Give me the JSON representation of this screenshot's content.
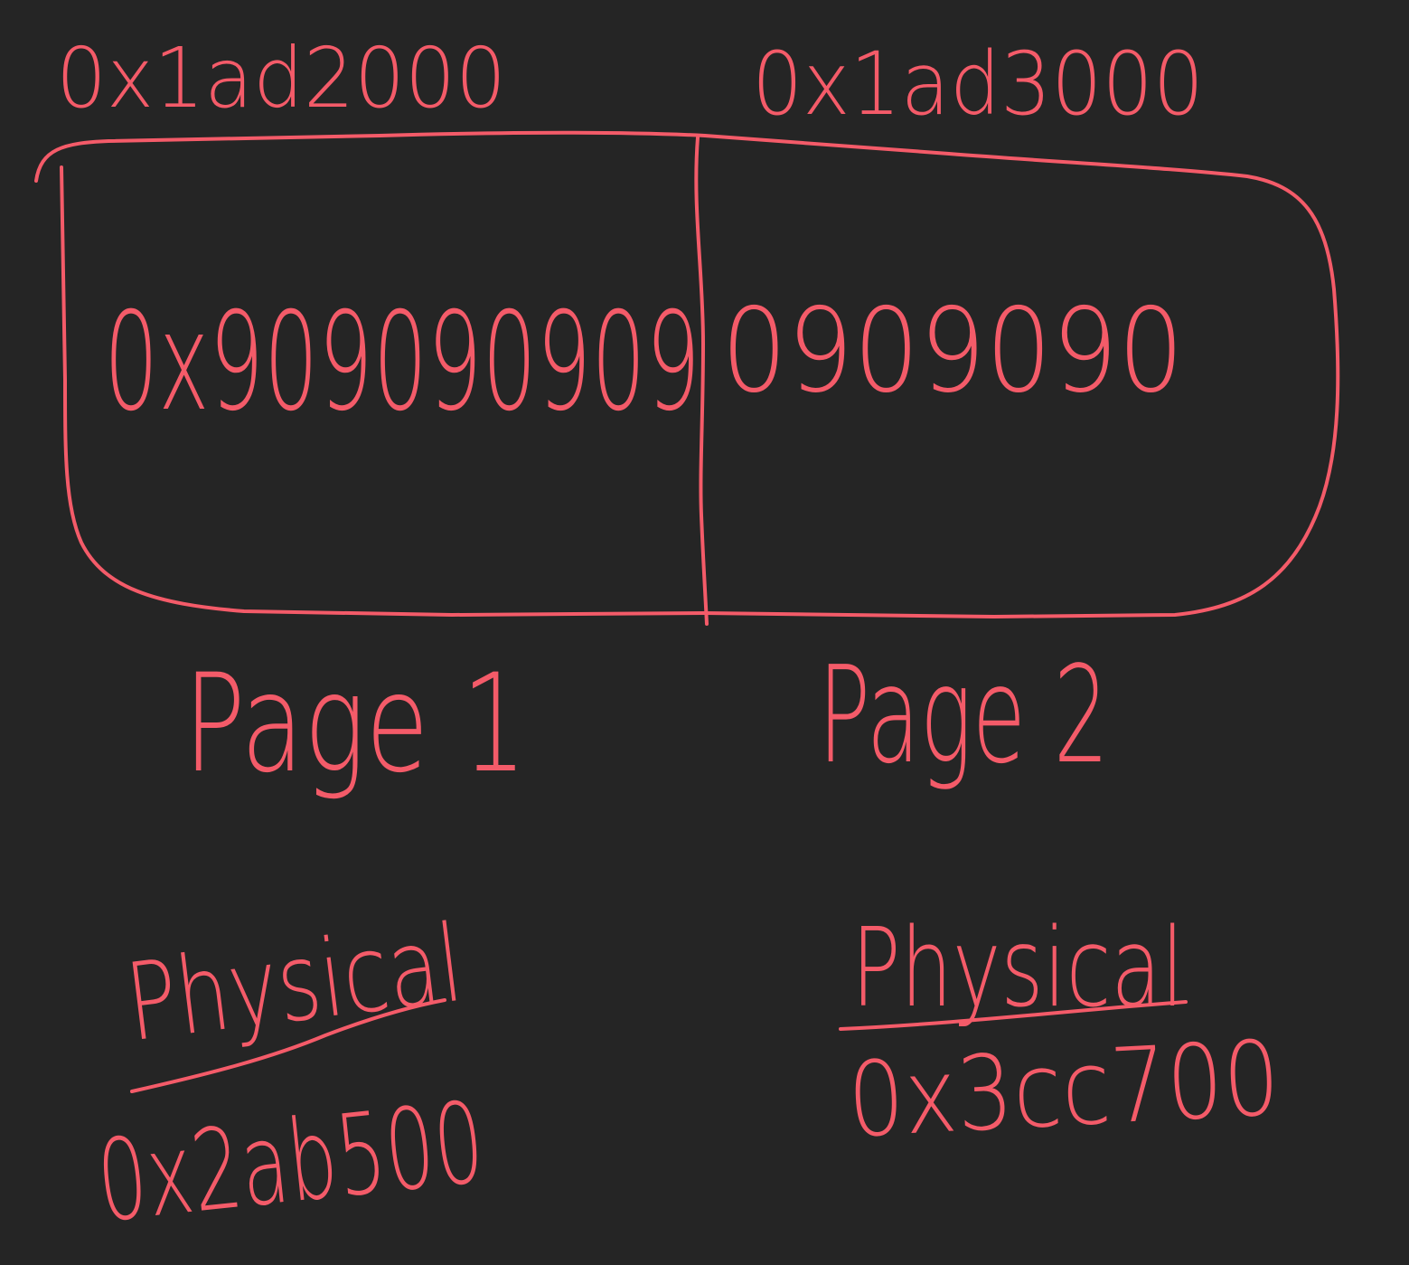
{
  "colors": {
    "background": "#252525",
    "ink": "#f45b69"
  },
  "addresses": {
    "page1_virtual": "0x1ad2000",
    "page2_virtual": "0x1ad3000"
  },
  "value": {
    "left_part": "0x909090909",
    "right_part": "0909090"
  },
  "labels": {
    "page1": "Page 1",
    "page2": "Page 2"
  },
  "physical": {
    "page1": {
      "label": "Physical",
      "address": "0x2ab500"
    },
    "page2": {
      "label": "Physical",
      "address": "0x3cc700"
    }
  }
}
